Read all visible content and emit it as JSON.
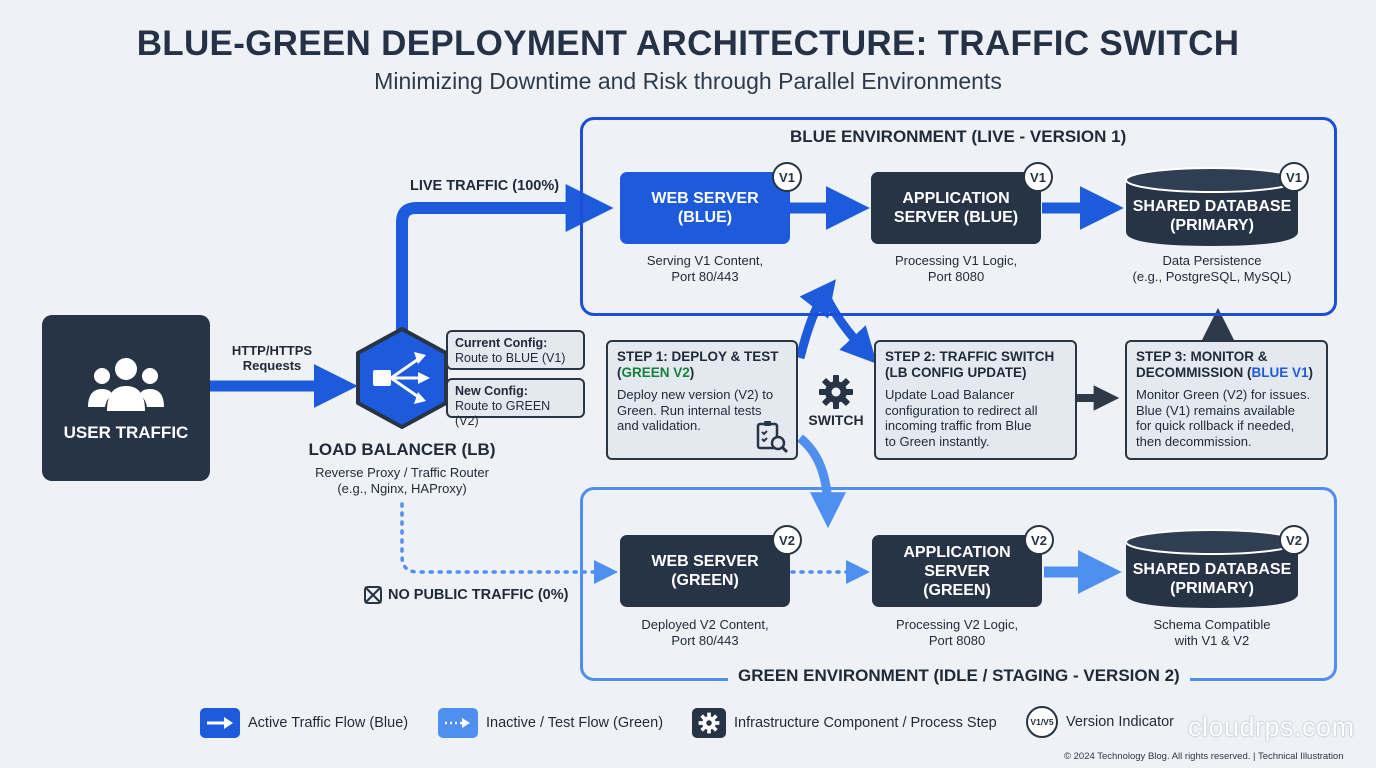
{
  "header": {
    "title": "BLUE-GREEN DEPLOYMENT ARCHITECTURE: TRAFFIC SWITCH",
    "subtitle": "Minimizing Downtime and Risk through Parallel Environments"
  },
  "user": {
    "label": "USER TRAFFIC"
  },
  "http_label": [
    "HTTP/HTTPS",
    "Requests"
  ],
  "load_balancer": {
    "title": "LOAD BALANCER (LB)",
    "line1": "Reverse Proxy / Traffic Router",
    "line2": "(e.g., Nginx, HAProxy)",
    "current_config_title": "Current Config:",
    "current_config_value": "Route to BLUE (V1)",
    "new_config_title": "New Config:",
    "new_config_value": "Route to GREEN (V2)"
  },
  "live_traffic_label": "LIVE TRAFFIC (100%)",
  "no_public_traffic_label": "NO PUBLIC TRAFFIC (0%)",
  "blue_env": {
    "label": "BLUE ENVIRONMENT (LIVE - VERSION 1)",
    "web": {
      "l1": "WEB SERVER",
      "l2": "(BLUE)",
      "badge": "V1",
      "c1": "Serving V1 Content,",
      "c2": "Port 80/443"
    },
    "app": {
      "l1": "APPLICATION",
      "l2": "SERVER (BLUE)",
      "badge": "V1",
      "c1": "Processing V1 Logic,",
      "c2": "Port 8080"
    },
    "db": {
      "l1": "SHARED DATABASE",
      "l2": "(PRIMARY)",
      "badge": "V1",
      "c1": "Data Persistence",
      "c2": "(e.g., PostgreSQL, MySQL)"
    }
  },
  "green_env": {
    "label": "GREEN ENVIRONMENT (IDLE / STAGING - VERSION 2)",
    "web": {
      "l1": "WEB SERVER",
      "l2": "(GREEN)",
      "badge": "V2",
      "c1": "Deployed V2 Content,",
      "c2": "Port 80/443"
    },
    "app": {
      "l1": "APPLICATION",
      "l2": "SERVER",
      "l3": "(GREEN)",
      "badge": "V2",
      "c1": "Processing V2 Logic,",
      "c2": "Port 8080"
    },
    "db": {
      "l1": "SHARED DATABASE",
      "l2": "(PRIMARY)",
      "badge": "V2",
      "c1": "Schema Compatible",
      "c2": "with V1 & V2"
    }
  },
  "steps": {
    "step1": {
      "title": "STEP 1: DEPLOY & TEST",
      "title_open": "(",
      "highlight": "GREEN V2",
      "title_close": ")",
      "body": [
        "Deploy new version (V2) to",
        "Green. Run internal tests",
        "and validation."
      ]
    },
    "switch_label": "SWITCH",
    "step2": {
      "title1": "STEP 2: TRAFFIC SWITCH",
      "title2": "(LB CONFIG UPDATE)",
      "body": [
        "Update Load Balancer",
        "configuration to redirect all",
        "incoming traffic from Blue",
        "to Green instantly."
      ]
    },
    "step3": {
      "title1": "STEP 3: MONITOR &",
      "title2_pre": "DECOMMISSION (",
      "highlight": "BLUE V1",
      "title2_post": ")",
      "body": [
        "Monitor Green (V2) for issues.",
        "Blue (V1) remains available",
        "for quick rollback if needed,",
        "then decommission."
      ]
    }
  },
  "legend": {
    "active": "Active Traffic Flow (Blue)",
    "inactive": "Inactive / Test Flow (Green)",
    "infra": "Infrastructure Component / Process Step",
    "version": "Version Indicator",
    "version_icon_text": "V1/V5"
  },
  "watermark": "cloudrps.com",
  "footer": "© 2024 Technology Blog. All rights reserved. | Technical Illustration",
  "colors": {
    "blue": "#1d5bdc",
    "light_blue": "#4f8ff0",
    "dark": "#263445",
    "green_text": "#15803d"
  }
}
